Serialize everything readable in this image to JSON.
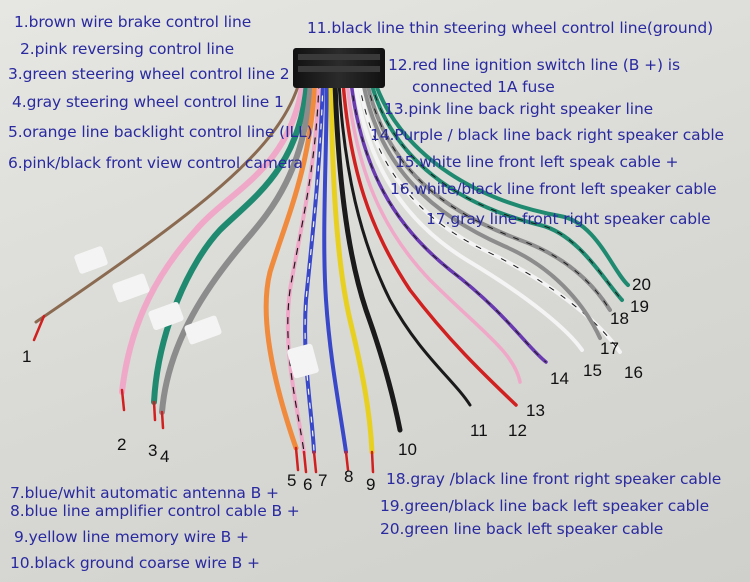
{
  "labels": [
    "1.brown wire brake control line",
    "2.pink reversing control line",
    "3.green steering wheel control line 2",
    "4.gray steering wheel control line 1",
    "5.orange line backlight control line (ILL)",
    "6.pink/black front view control camera",
    "11.black line  thin steering wheel control line(ground)",
    "12.red line ignition switch line (B +) is",
    "connected 1A fuse",
    "13.pink line back right speaker line",
    "14.Purple / black line back right speaker cable",
    "15.white line front left speak cable +",
    "16.white/black line front left speaker cable",
    "17.gray line front right speaker cable",
    "7.blue/whit automatic antenna B +",
    "8.blue line amplifier control cable B +",
    "9.yellow line memory wire B +",
    "10.black ground coarse wire B +",
    "18.gray /black line front right speaker cable",
    "19.green/black line back left speaker cable",
    "20.green line back left speaker cable"
  ],
  "numbers": [
    "1",
    "2",
    "3",
    "4",
    "5",
    "6",
    "7",
    "8",
    "9",
    "10",
    "11",
    "12",
    "13",
    "14",
    "15",
    "16",
    "17",
    "18",
    "19",
    "20"
  ],
  "colors": {
    "label_text": "#2a2aa0",
    "brown": "#8a6a50",
    "pink": "#f0a8c8",
    "green": "#1f8a70",
    "gray": "#8c8c8c",
    "orange": "#f08a3c",
    "blue": "#3848c8",
    "yellow": "#e8d020",
    "black": "#1a1a1a",
    "red": "#d02020",
    "purple": "#6a3ab0",
    "white": "#f4f4f4"
  }
}
